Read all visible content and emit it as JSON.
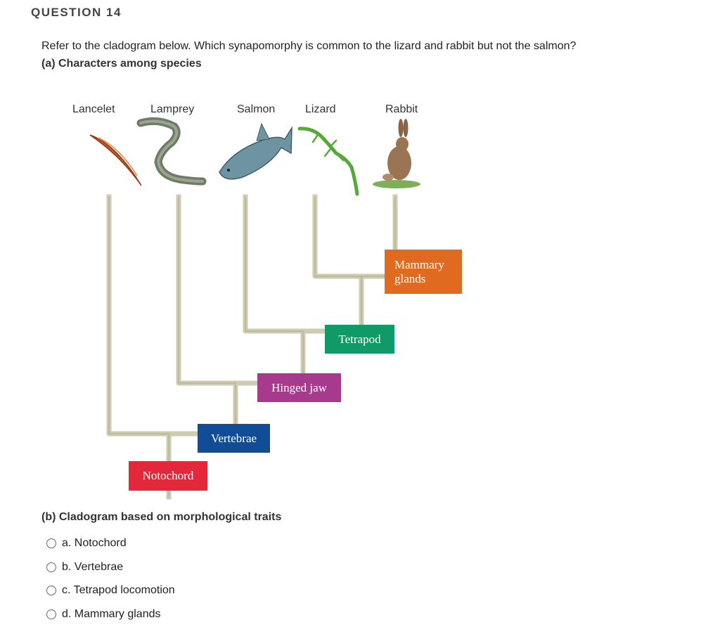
{
  "question": {
    "header": "QUESTION 14",
    "text": "Refer to the cladogram below. Which synapomorphy is common to the lizard and rabbit but not the salmon?"
  },
  "figure": {
    "caption_a": "(a) Characters among species",
    "caption_b": "(b) Cladogram based on morphological traits",
    "species": [
      "Lancelet",
      "Lamprey",
      "Salmon",
      "Lizard",
      "Rabbit"
    ],
    "traits": {
      "notochord": {
        "label": "Notochord",
        "color": "#e3283c"
      },
      "vertebrae": {
        "label": "Vertebrae",
        "color": "#114d96"
      },
      "hinged_jaw": {
        "label": "Hinged jaw",
        "color": "#a83a8e"
      },
      "tetrapod": {
        "label": "Tetrapod",
        "color": "#0f9a68"
      },
      "mammary_1": {
        "label": "Mammary",
        "color": "#e06a20"
      },
      "mammary_2": {
        "label": "glands",
        "color": "#e06a20"
      }
    },
    "branch_color": "#cfcbb0"
  },
  "options": [
    {
      "label": "a. Notochord",
      "selected": false
    },
    {
      "label": "b. Vertebrae",
      "selected": false
    },
    {
      "label": "c. Tetrapod locomotion",
      "selected": false
    },
    {
      "label": "d. Mammary glands",
      "selected": false
    }
  ]
}
